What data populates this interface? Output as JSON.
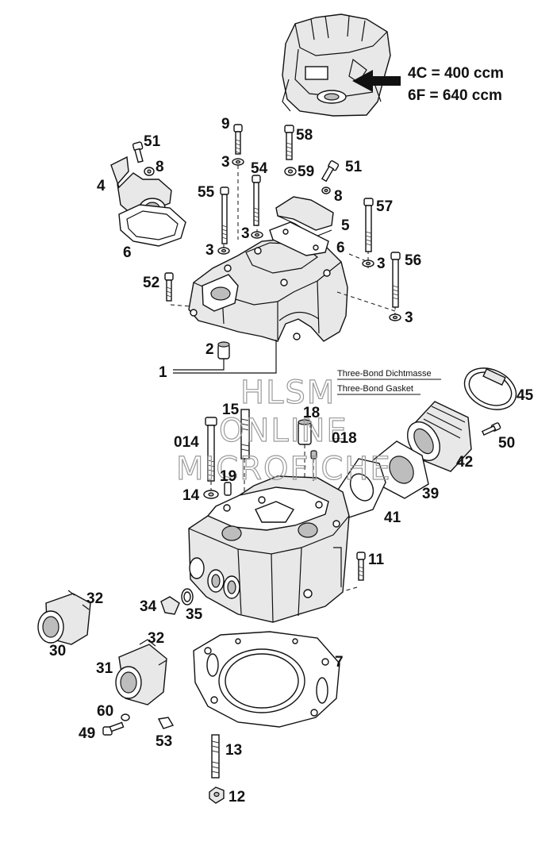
{
  "variants": {
    "line1": "4C = 400 ccm",
    "line2": "6F = 640 ccm"
  },
  "notes": {
    "sealant": "Three-Bond Dichtmasse",
    "gasket": "Three-Bond Gasket"
  },
  "watermark": {
    "line1": "HLSM",
    "line2": "ONLINE",
    "line3": "MICROFICHE"
  },
  "callouts": {
    "c1": "1",
    "c2": "2",
    "c3a": "3",
    "c3b": "3",
    "c3c": "3",
    "c3d": "3",
    "c3e": "3",
    "c4": "4",
    "c5": "5",
    "c6a": "6",
    "c6b": "6",
    "c7": "7",
    "c8a": "8",
    "c8b": "8",
    "c9": "9",
    "c11": "11",
    "c12": "12",
    "c13": "13",
    "c14": "14",
    "c014": "014",
    "c15": "15",
    "c18": "18",
    "c018": "018",
    "c19": "19",
    "c30": "30",
    "c31": "31",
    "c32a": "32",
    "c32b": "32",
    "c34": "34",
    "c35": "35",
    "c39": "39",
    "c41": "41",
    "c42": "42",
    "c45": "45",
    "c49": "49",
    "c50": "50",
    "c51a": "51",
    "c51b": "51",
    "c52": "52",
    "c53": "53",
    "c54": "54",
    "c55": "55",
    "c56": "56",
    "c57": "57",
    "c58": "58",
    "c59": "59",
    "c60": "60"
  }
}
